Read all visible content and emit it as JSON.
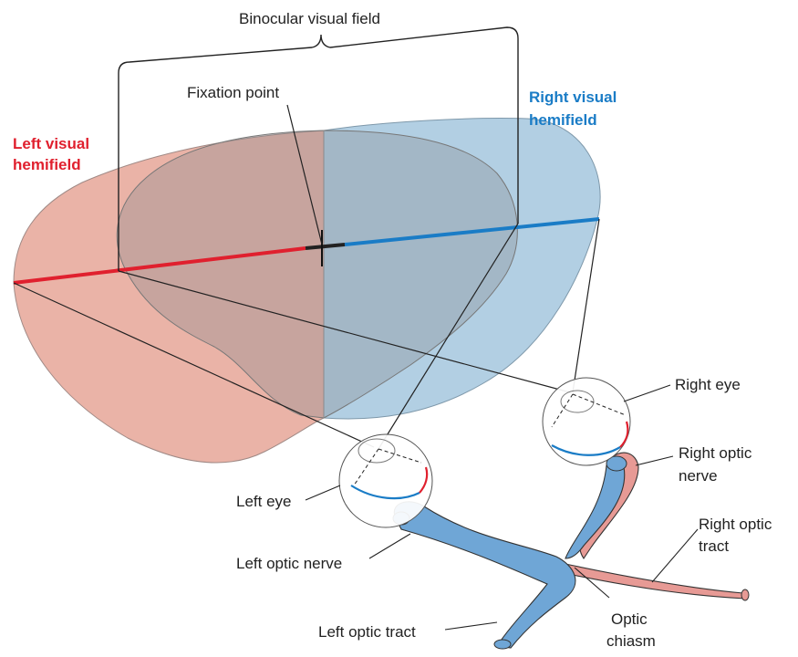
{
  "labels": {
    "binocular": "Binocular visual field",
    "fixation": "Fixation point",
    "left_hemi_line1": "Left visual",
    "left_hemi_line2": "hemifield",
    "right_hemi_line1": "Right visual",
    "right_hemi_line2": "hemifield",
    "right_eye": "Right eye",
    "left_eye": "Left eye",
    "right_optic_nerve_line1": "Right optic",
    "right_optic_nerve_line2": "nerve",
    "right_optic_tract_line1": "Right optic",
    "right_optic_tract_line2": "tract",
    "left_optic_nerve": "Left optic nerve",
    "left_optic_tract": "Left optic tract",
    "optic_chiasm_line1": "Optic",
    "optic_chiasm_line2": "chiasm"
  },
  "colors": {
    "left_field": "#eab3a7",
    "right_field": "#b2cfe3",
    "left_accent": "#e0202e",
    "right_accent": "#1a7cc6",
    "nerve_red": "#e79a95",
    "nerve_blue": "#6fa6d6",
    "outline": "#222222"
  }
}
